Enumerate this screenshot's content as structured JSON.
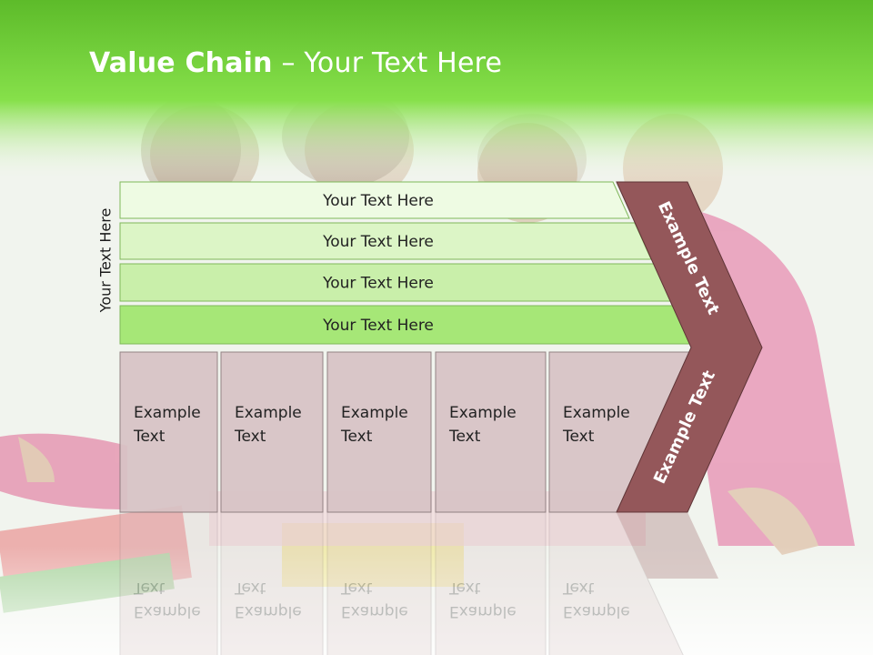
{
  "slide": {
    "title_bold": "Value Chain",
    "title_rest": " – Your Text Here",
    "side_label": "Your Text Here"
  },
  "bars": [
    {
      "label": "Your Text Here",
      "fill": "#eefbe3"
    },
    {
      "label": "Your Text Here",
      "fill": "#dcf5c6"
    },
    {
      "label": "Your Text Here",
      "fill": "#c9efaa"
    },
    {
      "label": "Your Text Here",
      "fill": "#a6e777"
    }
  ],
  "columns": [
    {
      "line1": "Example",
      "line2": "Text"
    },
    {
      "line1": "Example",
      "line2": "Text"
    },
    {
      "line1": "Example",
      "line2": "Text"
    },
    {
      "line1": "Example",
      "line2": "Text"
    },
    {
      "line1": "Example",
      "line2": "Text"
    }
  ],
  "chevron": {
    "upper_text": "Example Text",
    "lower_text": "Example Text"
  },
  "colors": {
    "header_green": "#6fd436",
    "column_fill": "#d8c3c5",
    "chevron_fill": "#94575a"
  }
}
